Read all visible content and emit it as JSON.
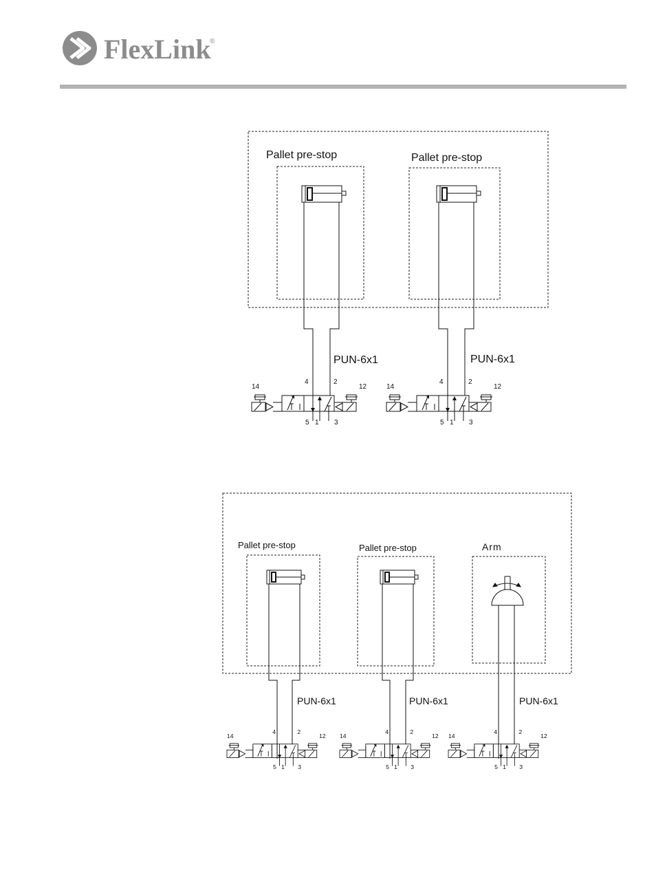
{
  "header": {
    "logo_text": "FlexLink",
    "logo_registered": "®",
    "rule_color": "#b3b3b3",
    "logo_color": "#8c8c8c"
  },
  "diagram1": {
    "groups": [
      {
        "label": "Pallet  pre-stop"
      },
      {
        "label": "Pallet  pre-stop"
      }
    ],
    "tubes": [
      "PUN-6x1",
      "PUN-6x1"
    ],
    "valves": [
      {
        "port_14": "14",
        "port_4": "4",
        "port_2": "2",
        "port_12": "12",
        "port_5": "5",
        "port_1": "1",
        "port_3": "3"
      },
      {
        "port_14": "14",
        "port_4": "4",
        "port_2": "2",
        "port_12": "12",
        "port_5": "5",
        "port_1": "1",
        "port_3": "3"
      }
    ]
  },
  "diagram2": {
    "groups": [
      {
        "label": "Pallet  pre-stop"
      },
      {
        "label": "Pallet  pre-stop"
      },
      {
        "label": "Arm"
      }
    ],
    "tubes": [
      "PUN-6x1",
      "PUN-6x1",
      "PUN-6x1"
    ],
    "valves": [
      {
        "port_14": "14",
        "port_4": "4",
        "port_2": "2",
        "port_12": "12",
        "port_5": "5",
        "port_1": "1",
        "port_3": "3"
      },
      {
        "port_14": "14",
        "port_4": "4",
        "port_2": "2",
        "port_12": "12",
        "port_5": "5",
        "port_1": "1",
        "port_3": "3"
      },
      {
        "port_14": "14",
        "port_4": "4",
        "port_2": "2",
        "port_12": "12",
        "port_5": "5",
        "port_1": "1",
        "port_3": "3"
      }
    ]
  }
}
